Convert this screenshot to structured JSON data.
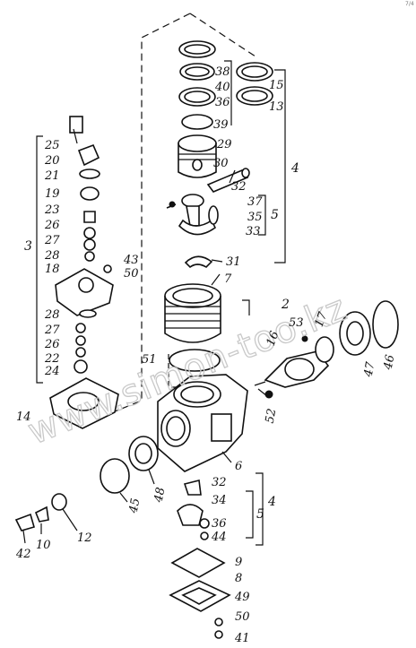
{
  "watermark": "www.simon-too.kz",
  "corner_mark": "7/4",
  "groups": [
    "3",
    "4",
    "5",
    "2",
    "4",
    "5"
  ],
  "labels": [
    "38",
    "40",
    "36",
    "39",
    "15",
    "13",
    "29",
    "30",
    "32",
    "37",
    "35",
    "33",
    "31",
    "7",
    "25",
    "20",
    "21",
    "19",
    "23",
    "26",
    "27",
    "28",
    "18",
    "43",
    "50",
    "28",
    "27",
    "26",
    "22",
    "24",
    "14",
    "53",
    "17",
    "16",
    "47",
    "46",
    "51",
    "52",
    "6",
    "48",
    "45",
    "32",
    "34",
    "36",
    "44",
    "9",
    "8",
    "49",
    "50",
    "41",
    "42",
    "10",
    "12"
  ]
}
